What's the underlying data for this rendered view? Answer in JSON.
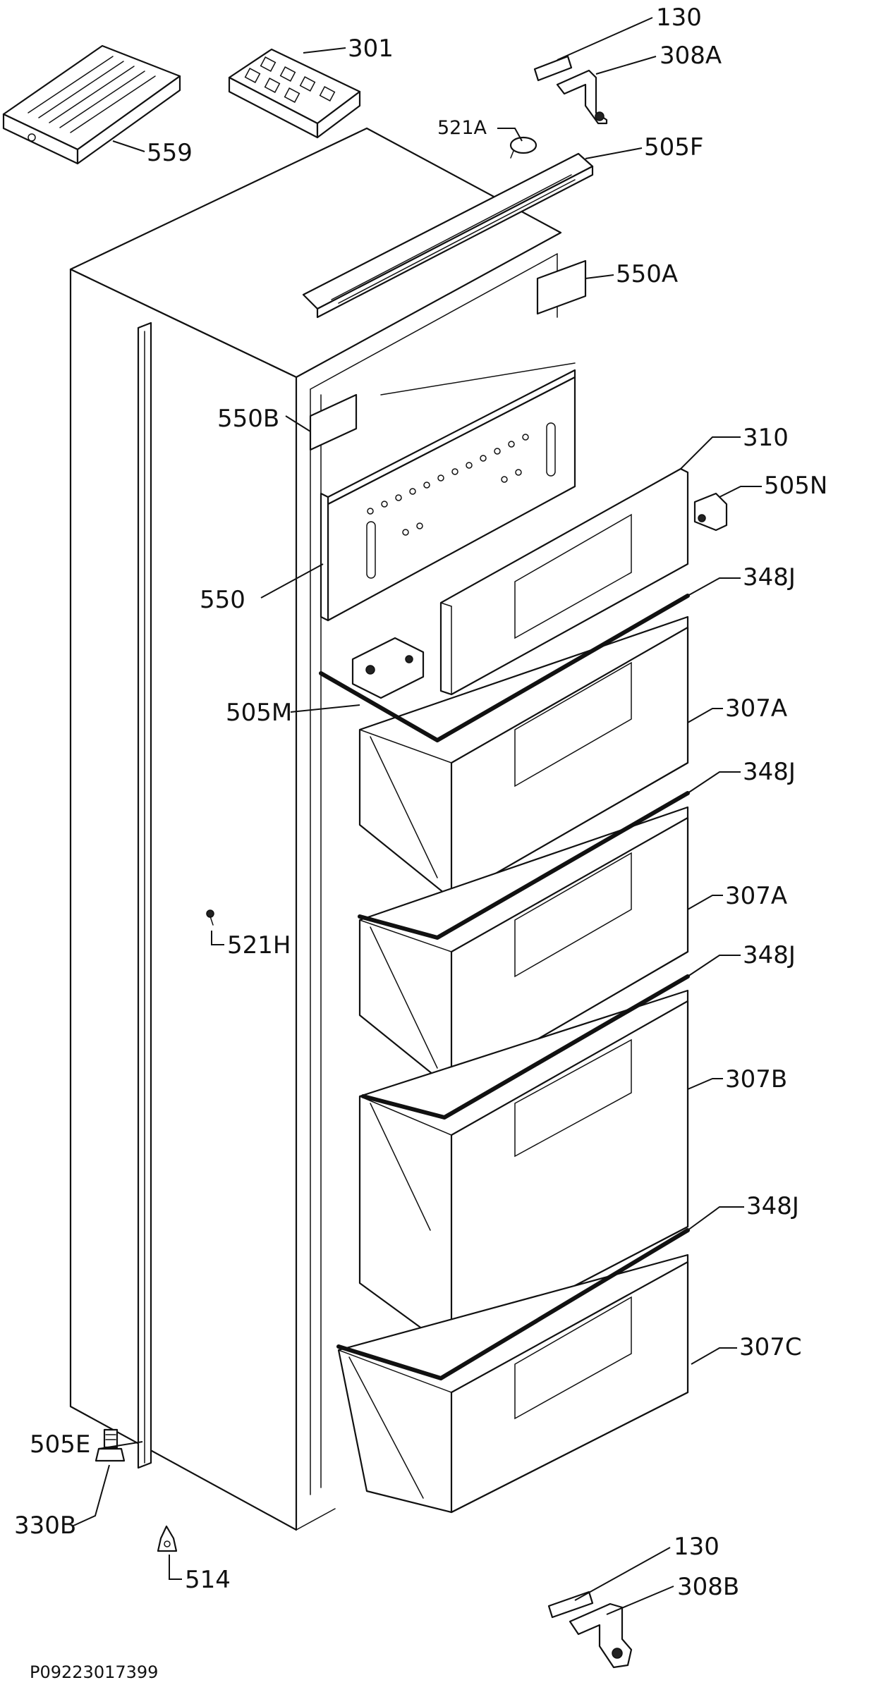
{
  "diagram": {
    "document_code": "P09223017399",
    "labels": {
      "l130_top": "130",
      "l308A": "308A",
      "l301": "301",
      "l559": "559",
      "l521A": "521A",
      "l505F": "505F",
      "l550A": "550A",
      "l550B": "550B",
      "l310": "310",
      "l505N": "505N",
      "l550": "550",
      "l348J_1": "348J",
      "l505M": "505M",
      "l307A_1": "307A",
      "l348J_2": "348J",
      "l307A_2": "307A",
      "l521H": "521H",
      "l348J_3": "348J",
      "l307B": "307B",
      "l348J_4": "348J",
      "l307C": "307C",
      "l505E": "505E",
      "l330B": "330B",
      "l514": "514",
      "l130_bottom": "130",
      "l308B": "308B"
    }
  }
}
